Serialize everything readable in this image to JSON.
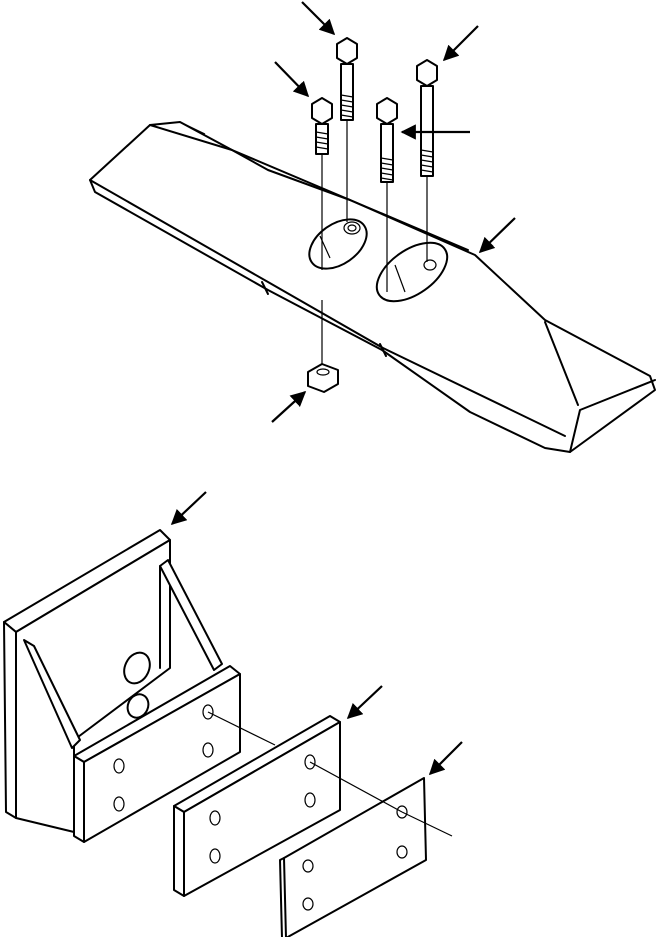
{
  "figure": {
    "description_labels": [],
    "colors": {
      "line": "#000000",
      "background": "#ffffff"
    },
    "callout_count": 9,
    "parts": {
      "upper_assembly": [
        "bolt-1",
        "bolt-2",
        "bolt-3",
        "bolt-4",
        "cutting-edge",
        "nut"
      ],
      "lower_assembly": [
        "mounting-bracket",
        "spacer-plate",
        "shim-plate"
      ]
    }
  }
}
